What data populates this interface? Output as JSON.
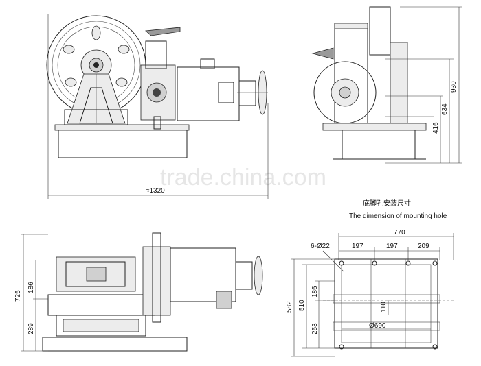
{
  "watermark": "trade.china.com",
  "front_view": {
    "width_dim": "≈1320"
  },
  "side_view": {
    "dims": [
      "930",
      "634",
      "416"
    ]
  },
  "caption": {
    "cn": "底脚孔安装尺寸",
    "en": "The dimension of mounting hole"
  },
  "top_view": {
    "dims": [
      "725",
      "186",
      "289"
    ]
  },
  "mounting_plan": {
    "overall_width": "770",
    "hole_spec": "6-Ø22",
    "col_spacing": [
      "197",
      "197",
      "209"
    ],
    "height": "582",
    "inner_height": "510",
    "upper_offset": "186",
    "lower_offset": "253",
    "center_offset": "110",
    "inner_width": "Ø690"
  }
}
